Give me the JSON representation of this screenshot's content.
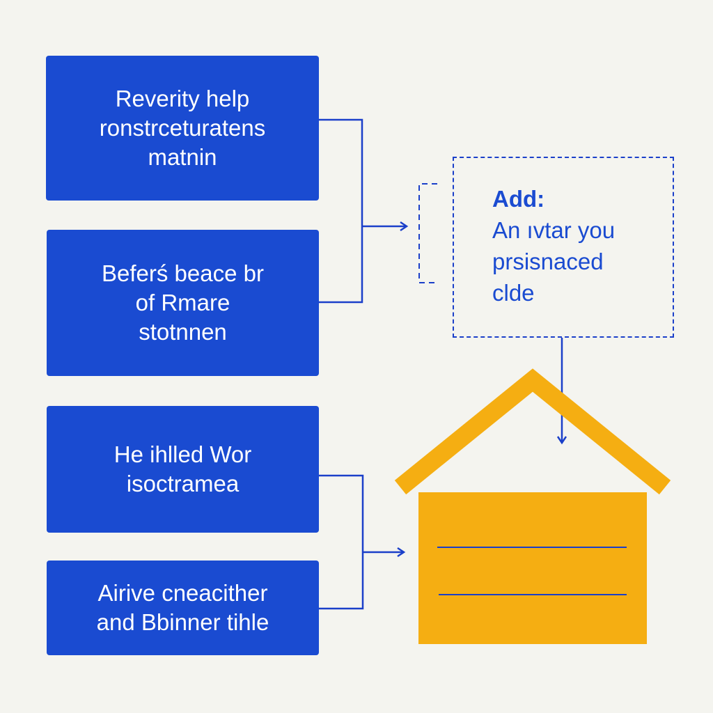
{
  "diagram": {
    "colors": {
      "background": "#f4f4ef",
      "box_fill": "#1a4bd1",
      "box_text": "#ffffff",
      "connector": "#1a3fc9",
      "house_fill": "#f5ae12",
      "house_roof": "#f5ae12",
      "note_text": "#1a4bd1"
    },
    "boxes": [
      {
        "lines": [
          "Reverity help",
          "ronstrceturatens",
          "matnin"
        ]
      },
      {
        "lines": [
          "Beferś beace br",
          "of Rmare",
          "stotnnen"
        ]
      },
      {
        "lines": [
          "He ihlled Wor",
          "isoctramea"
        ]
      },
      {
        "lines": [
          "Airive cneacither",
          "and Bbinner tihle"
        ]
      }
    ],
    "note": {
      "heading": "Add:",
      "lines": [
        "An ıvtar you",
        "prsisnaced",
        "clde"
      ]
    },
    "house": {
      "icon": "house-icon",
      "lines": 2
    }
  }
}
